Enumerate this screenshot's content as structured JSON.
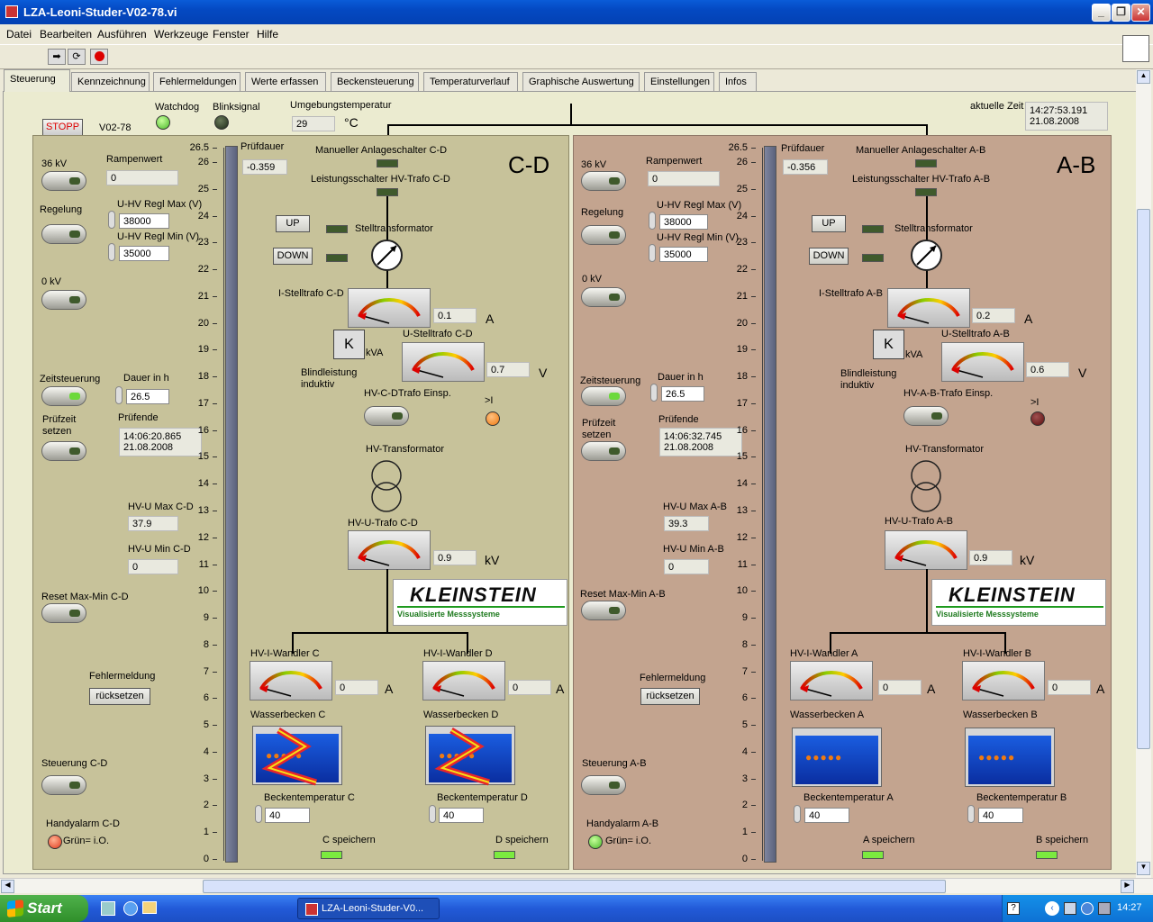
{
  "window": {
    "title": "LZA-Leoni-Studer-V02-78.vi"
  },
  "menu": [
    "Datei",
    "Bearbeiten",
    "Ausführen",
    "Werkzeuge",
    "Fenster",
    "Hilfe"
  ],
  "tabs": [
    "Steuerung",
    "Kennzeichnung",
    "Fehlermeldungen",
    "Werte erfassen",
    "Beckensteuerung",
    "Temperaturverlauf",
    "Graphische Auswertung",
    "Einstellungen",
    "Infos"
  ],
  "top": {
    "stopp": "STOPP",
    "version": "V02-78",
    "watchdog": "Watchdog",
    "blinksignal": "Blinksignal",
    "umgebung_label": "Umgebungstemperatur",
    "umgebung_value": "29",
    "umgebung_unit": "°C",
    "zeit_label": "aktuelle Zeit",
    "zeit_line1": "14:27:53.191",
    "zeit_line2": "21.08.2008"
  },
  "scale": [
    "26.5",
    "26",
    "25",
    "24",
    "23",
    "22",
    "21",
    "20",
    "19",
    "18",
    "17",
    "16",
    "15",
    "14",
    "13",
    "12",
    "11",
    "10",
    "9",
    "8",
    "7",
    "6",
    "5",
    "4",
    "3",
    "2",
    "1",
    "0"
  ],
  "cd": {
    "title": "C-D",
    "kv36": "36 kV",
    "rampenwert": "Rampenwert",
    "rampenwert_val": "0",
    "regelung": "Regelung",
    "regl_max": "U-HV Regl Max (V)",
    "regl_max_val": "38000",
    "regl_min": "U-HV Regl Min (V)",
    "regl_min_val": "35000",
    "kv0": "0 kV",
    "zeitsteuerung": "Zeitsteuerung",
    "dauer": "Dauer in h",
    "dauer_val": "26.5",
    "pruefzeit": "Prüfzeit",
    "setzen": "setzen",
    "pruefende": "Prüfende",
    "pruefende_l1": "14:06:20.865",
    "pruefende_l2": "21.08.2008",
    "hvu_max": "HV-U Max C-D",
    "hvu_max_val": "37.9",
    "hvu_min": "HV-U Min C-D",
    "hvu_min_val": "0",
    "reset": "Reset Max-Min C-D",
    "fehlermeldung": "Fehlermeldung",
    "ruecksetzen": "rücksetzen",
    "steuerung": "Steuerung C-D",
    "handyalarm": "Handyalarm C-D",
    "gruen": "Grün= i.O.",
    "pruefdauer": "Prüfdauer",
    "pruefdauer_val": "-0.359",
    "manuell": "Manueller Anlageschalter C-D",
    "leistung": "Leistungsschalter HV-Trafo C-D",
    "up": "UP",
    "down": "DOWN",
    "stelltrafo": "Stelltransformator",
    "i_stell": "I-Stelltrafo C-D",
    "i_stell_val": "0.1",
    "unit_a": "A",
    "k": "K",
    "kva": "kVA",
    "u_stell": "U-Stelltrafo C-D",
    "u_stell_val": "0.7",
    "unit_v": "V",
    "blind1": "Blindleistung",
    "blind2": "induktiv",
    "einsp": "HV-C-DTrafo Einsp.",
    "overi": ">I",
    "hvtrafo": "HV-Transformator",
    "hvu_trafo": "HV-U-Trafo C-D",
    "hvu_trafo_val": "0.9",
    "unit_kv": "kV",
    "wandler1": "HV-I-Wandler C",
    "wandler1_val": "0",
    "wandler2": "HV-I-Wandler D",
    "wandler2_val": "0",
    "becken1": "Wasserbecken C",
    "becken2": "Wasserbecken D",
    "temp1": "Beckentemperatur C",
    "temp1_val": "40",
    "temp2": "Beckentemperatur D",
    "temp2_val": "40",
    "speichern1": "C speichern",
    "speichern2": "D speichern"
  },
  "ab": {
    "title": "A-B",
    "kv36": "36 kV",
    "rampenwert": "Rampenwert",
    "rampenwert_val": "0",
    "regelung": "Regelung",
    "regl_max": "U-HV Regl Max (V)",
    "regl_max_val": "38000",
    "regl_min": "U-HV Regl Min (V)",
    "regl_min_val": "35000",
    "kv0": "0 kV",
    "zeitsteuerung": "Zeitsteuerung",
    "dauer": "Dauer in h",
    "dauer_val": "26.5",
    "pruefzeit": "Prüfzeit",
    "setzen": "setzen",
    "pruefende": "Prüfende",
    "pruefende_l1": "14:06:32.745",
    "pruefende_l2": "21.08.2008",
    "hvu_max": "HV-U Max A-B",
    "hvu_max_val": "39.3",
    "hvu_min": "HV-U Min A-B",
    "hvu_min_val": "0",
    "reset": "Reset Max-Min A-B",
    "fehlermeldung": "Fehlermeldung",
    "ruecksetzen": "rücksetzen",
    "steuerung": "Steuerung A-B",
    "handyalarm": "Handyalarm A-B",
    "gruen": "Grün= i.O.",
    "pruefdauer": "Prüfdauer",
    "pruefdauer_val": "-0.356",
    "manuell": "Manueller Anlageschalter A-B",
    "leistung": "Leistungsschalter HV-Trafo A-B",
    "up": "UP",
    "down": "DOWN",
    "stelltrafo": "Stelltransformator",
    "i_stell": "I-Stelltrafo A-B",
    "i_stell_val": "0.2",
    "unit_a": "A",
    "k": "K",
    "kva": "kVA",
    "u_stell": "U-Stelltrafo A-B",
    "u_stell_val": "0.6",
    "unit_v": "V",
    "blind1": "Blindleistung",
    "blind2": "induktiv",
    "einsp": "HV-A-B-Trafo Einsp.",
    "overi": ">I",
    "hvtrafo": "HV-Transformator",
    "hvu_trafo": "HV-U-Trafo A-B",
    "hvu_trafo_val": "0.9",
    "unit_kv": "kV",
    "wandler1": "HV-I-Wandler A",
    "wandler1_val": "0",
    "wandler2": "HV-I-Wandler B",
    "wandler2_val": "0",
    "becken1": "Wasserbecken A",
    "becken2": "Wasserbecken B",
    "temp1": "Beckentemperatur A",
    "temp1_val": "40",
    "temp2": "Beckentemperatur B",
    "temp2_val": "40",
    "speichern1": "A speichern",
    "speichern2": "B speichern"
  },
  "logo": {
    "line1": "KLEINSTEIN",
    "line2": "Visualisierte Messsysteme"
  },
  "taskbar": {
    "start": "Start",
    "task": "LZA-Leoni-Studer-V0...",
    "clock": "14:27"
  },
  "colors": {
    "panel_cd": "#c7c29a",
    "panel_ab": "#c3a48f",
    "led_green": "#6cd93b",
    "led_red": "#e03a1e",
    "led_orange": "#f07a10"
  }
}
